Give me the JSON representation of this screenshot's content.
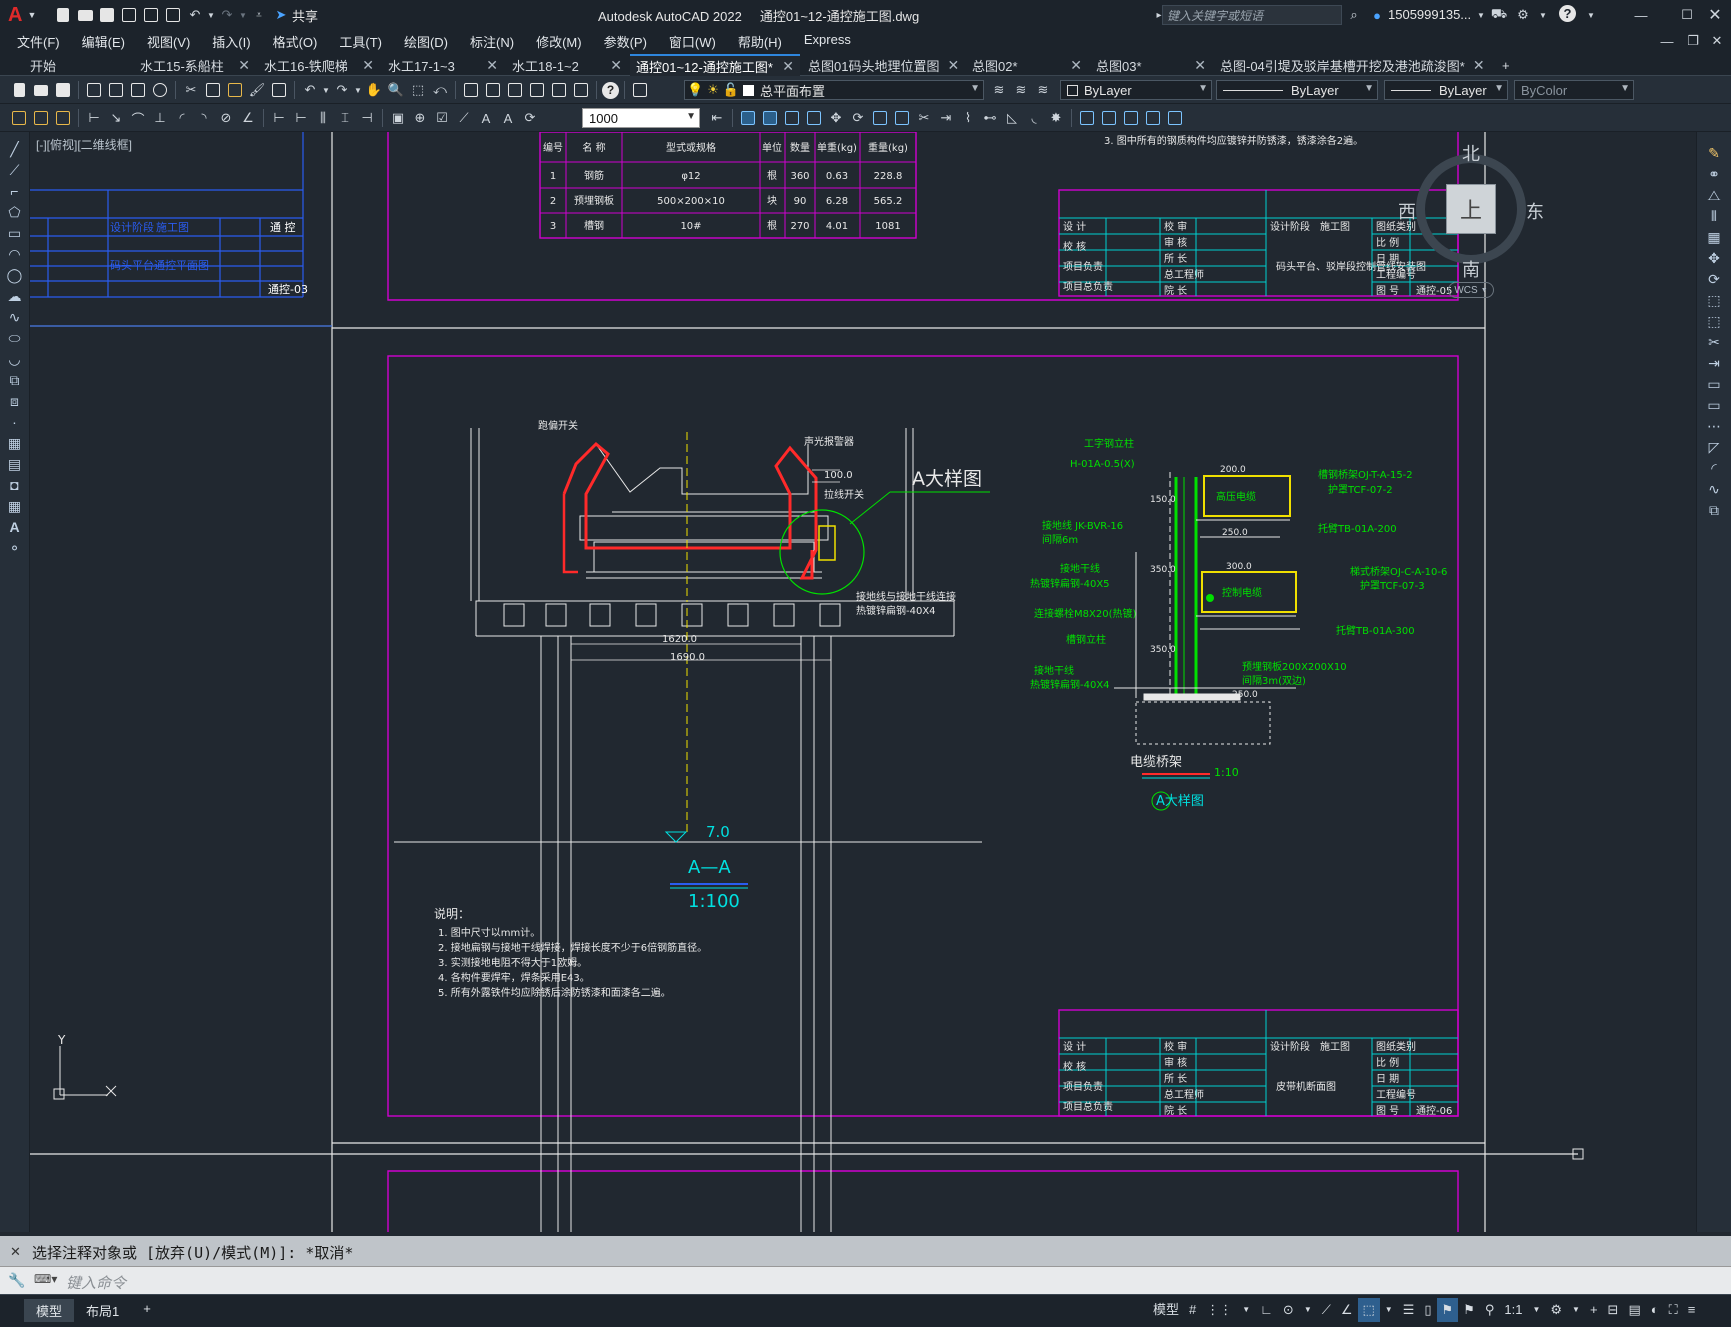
{
  "app": {
    "logo": "A",
    "title": "Autodesk AutoCAD 2022     通控01~12-通控施工图.dwg",
    "share_label": "共享",
    "search_placeholder": "键入关键字或短语",
    "user": "1505999135...",
    "help": "?"
  },
  "menu": [
    "文件(F)",
    "编辑(E)",
    "视图(V)",
    "插入(I)",
    "格式(O)",
    "工具(T)",
    "绘图(D)",
    "标注(N)",
    "修改(M)",
    "参数(P)",
    "窗口(W)",
    "帮助(H)",
    "Express"
  ],
  "tabs": [
    {
      "label": "开始",
      "close": false
    },
    {
      "label": "水工15-系船柱",
      "close": true
    },
    {
      "label": "水工16-铁爬梯",
      "close": true
    },
    {
      "label": "水工17-1~3",
      "close": true
    },
    {
      "label": "水工18-1~2",
      "close": true
    },
    {
      "label": "通控01~12-通控施工图*",
      "close": true,
      "active": true
    },
    {
      "label": "总图01码头地理位置图",
      "close": true
    },
    {
      "label": "总图02*",
      "close": true
    },
    {
      "label": "总图03*",
      "close": true
    },
    {
      "label": "总图-04引堤及驳岸基槽开挖及港池疏浚图*",
      "close": true
    }
  ],
  "toolbar": {
    "layer": "总平面布置",
    "color": "ByLayer",
    "linetype": "ByLayer",
    "lineweight": "ByLayer",
    "plotstyle": "ByColor",
    "scale": "1000"
  },
  "viewport_label": "[-][俯视][二维线框]",
  "viewcube": {
    "n": "北",
    "s": "南",
    "e": "东",
    "w": "西",
    "top": "上",
    "wcs": "WCS"
  },
  "drawing": {
    "top_table_headers": [
      "编号",
      "名 称",
      "型式或规格",
      "单位",
      "数量",
      "单重(kg)",
      "重量(kg)"
    ],
    "top_table_rows": [
      [
        "1",
        "钢筋",
        "φ12",
        "根",
        "360",
        "0.63",
        "228.8"
      ],
      [
        "2",
        "预埋钢板",
        "500×200×10",
        "块",
        "90",
        "6.28",
        "565.2"
      ],
      [
        "3",
        "槽钢",
        "10#",
        "根",
        "270",
        "4.01",
        "1081"
      ]
    ],
    "top_note": "3. 图中所有的钢质构件均应镀锌并防锈漆，锈漆涂各2遍。",
    "tb_upper_title": "码头平台、驳岸段控制管线安装图",
    "tb_upper_no": "通控-05",
    "tb_lower_title": "皮带机断面图",
    "tb_lower_no": "通控-06",
    "tb_labels_left": [
      "设 计",
      "校 核",
      "项目负责",
      "项目总负责"
    ],
    "tb_labels_mid": [
      "校 审",
      "审 核",
      "所 长",
      "总工程师",
      "院 长"
    ],
    "tb_labels_right": [
      "图纸类别",
      "比 例",
      "日 期",
      "工程编号",
      "图 号"
    ],
    "tb_stage_label": "设计阶段",
    "tb_stage": "施工图",
    "tb_category": "通 控",
    "left_tb_stage": "施工图",
    "left_tb_title": "码头平台通控平面图",
    "left_tb_no": "通控-03",
    "section_title": "A—A",
    "section_scale": "1:100",
    "detail_title": "A大样图",
    "detail_label": "A大样图",
    "detail_scale": "1:10",
    "detail_sub": "电缆桥架",
    "elev": "7.0",
    "dims": [
      "1620.0",
      "1690.0",
      "100.0",
      "200.0",
      "250.0",
      "300.0",
      "250.0",
      "150.0",
      "350.0",
      "350.0"
    ],
    "annotations": [
      "跑偏开关",
      "声光报警器",
      "拉线开关",
      "工字钢立柱",
      "H-01A-0.5(X)",
      "槽钢桥架OJ-T-A-15-2",
      "护罩TCF-07-2",
      "托臂TB-01A-200",
      "接地线 JK-BVR-16",
      "间隔6m",
      "接地干线",
      "热镀锌扁钢-40X5",
      "连接螺栓M8X20(热镀)",
      "槽钢立柱",
      "梯式桥架OJ-C-A-10-6",
      "护罩TCF-07-3",
      "托臂TB-01A-300",
      "接地干线",
      "热镀锌扁钢-40X4",
      "预埋钢板200X200X10",
      "间隔3m(双边)",
      "高压电缆",
      "控制电缆",
      "接地线与接地干线连接",
      "热镀锌扁钢-40X4"
    ],
    "notes_title": "说明：",
    "notes": [
      "1. 图中尺寸以mm计。",
      "2. 接地扁钢与接地干线焊接，焊接长度不少于6倍钢筋直径。",
      "3. 实测接地电阻不得大于1欧姆。",
      "4. 各构件要焊牢，焊条采用E43。",
      "5. 所有外露铁件均应除锈后涂防锈漆和面漆各二遍。"
    ]
  },
  "command": {
    "history": "选择注释对象或 [放弃(U)/模式(M)]: *取消*",
    "placeholder": "键入命令"
  },
  "layout_tabs": [
    "模型",
    "布局1",
    "+"
  ],
  "status": {
    "model": "模型",
    "scale": "1:1"
  }
}
